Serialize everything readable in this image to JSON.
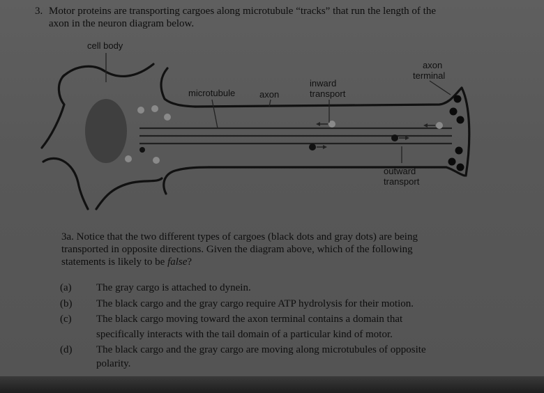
{
  "question": {
    "number": "3.",
    "line1": "Motor proteins are transporting cargoes along microtubule “tracks” that run the length of the",
    "line2": "axon in the neuron diagram below."
  },
  "diagram_labels": {
    "cell_body": "cell body",
    "microtubule": "microtubule",
    "axon": "axon",
    "inward_transport_1": "inward",
    "inward_transport_2": "transport",
    "axon_terminal_1": "axon",
    "axon_terminal_2": "terminal",
    "outward_transport_1": "outward",
    "outward_transport_2": "transport"
  },
  "subquestion": {
    "line1": "3a. Notice that the two different types of cargoes (black dots and gray dots) are being",
    "line2": "transported in opposite directions. Given the diagram above, which of the following",
    "line3_prefix": "statements is likely to be ",
    "line3_emph": "false",
    "line3_suffix": "?"
  },
  "options": [
    {
      "letter": "(a)",
      "lines": [
        "The gray cargo is attached to dynein."
      ]
    },
    {
      "letter": "(b)",
      "lines": [
        "The black cargo and the gray cargo require ATP hydrolysis for their motion."
      ]
    },
    {
      "letter": "(c)",
      "lines": [
        "The black cargo moving toward the axon terminal contains a domain that",
        "specifically interacts with the tail domain of a particular kind of motor."
      ]
    },
    {
      "letter": "(d)",
      "lines": [
        "The black cargo and the gray cargo are moving along microtubules of opposite",
        "polarity."
      ]
    }
  ]
}
